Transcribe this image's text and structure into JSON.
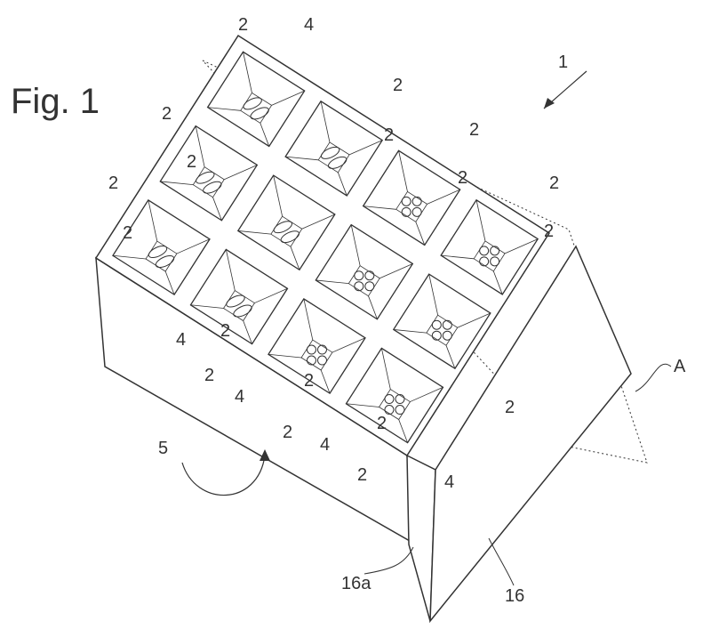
{
  "figure": {
    "title": "Fig. 1",
    "ref_device": "1",
    "ref_cell": "2",
    "ref_hole": "4",
    "ref_rotation": "5",
    "ref_plane": "A",
    "ref_wall_edge": "16a",
    "ref_wall": "16"
  },
  "colors": {
    "line": "#333333",
    "background": "#ffffff"
  }
}
